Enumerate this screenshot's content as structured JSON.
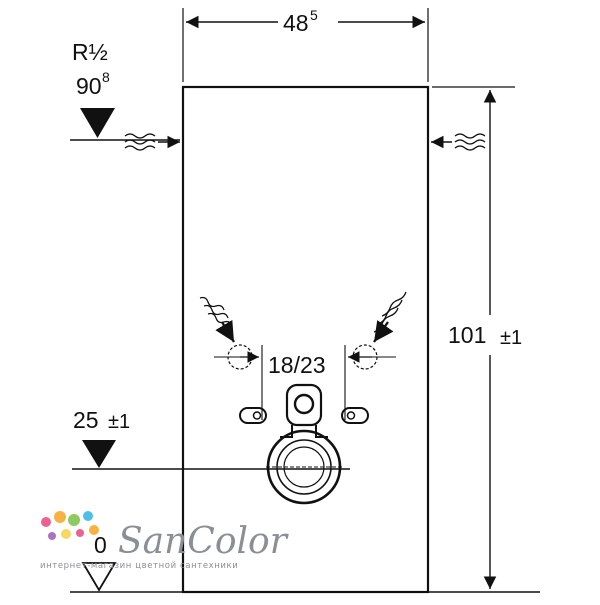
{
  "dimensions": {
    "width": {
      "base": "48",
      "sup": "5"
    },
    "height": {
      "value": "101",
      "tol": "±1"
    },
    "connection": {
      "thread": "R½",
      "height_base": "90",
      "height_sup": "8"
    },
    "seat": {
      "value": "25",
      "tol": "±1"
    },
    "spacing": "18/23",
    "floor_mark": "0"
  },
  "logo": {
    "brand": "SanColor",
    "tagline": "интернет-магазин цветной сантехники",
    "dot_colors": [
      "#e8467c",
      "#f5a623",
      "#7ac143",
      "#2bb3e6",
      "#9b59b6",
      "#f7d046"
    ]
  }
}
